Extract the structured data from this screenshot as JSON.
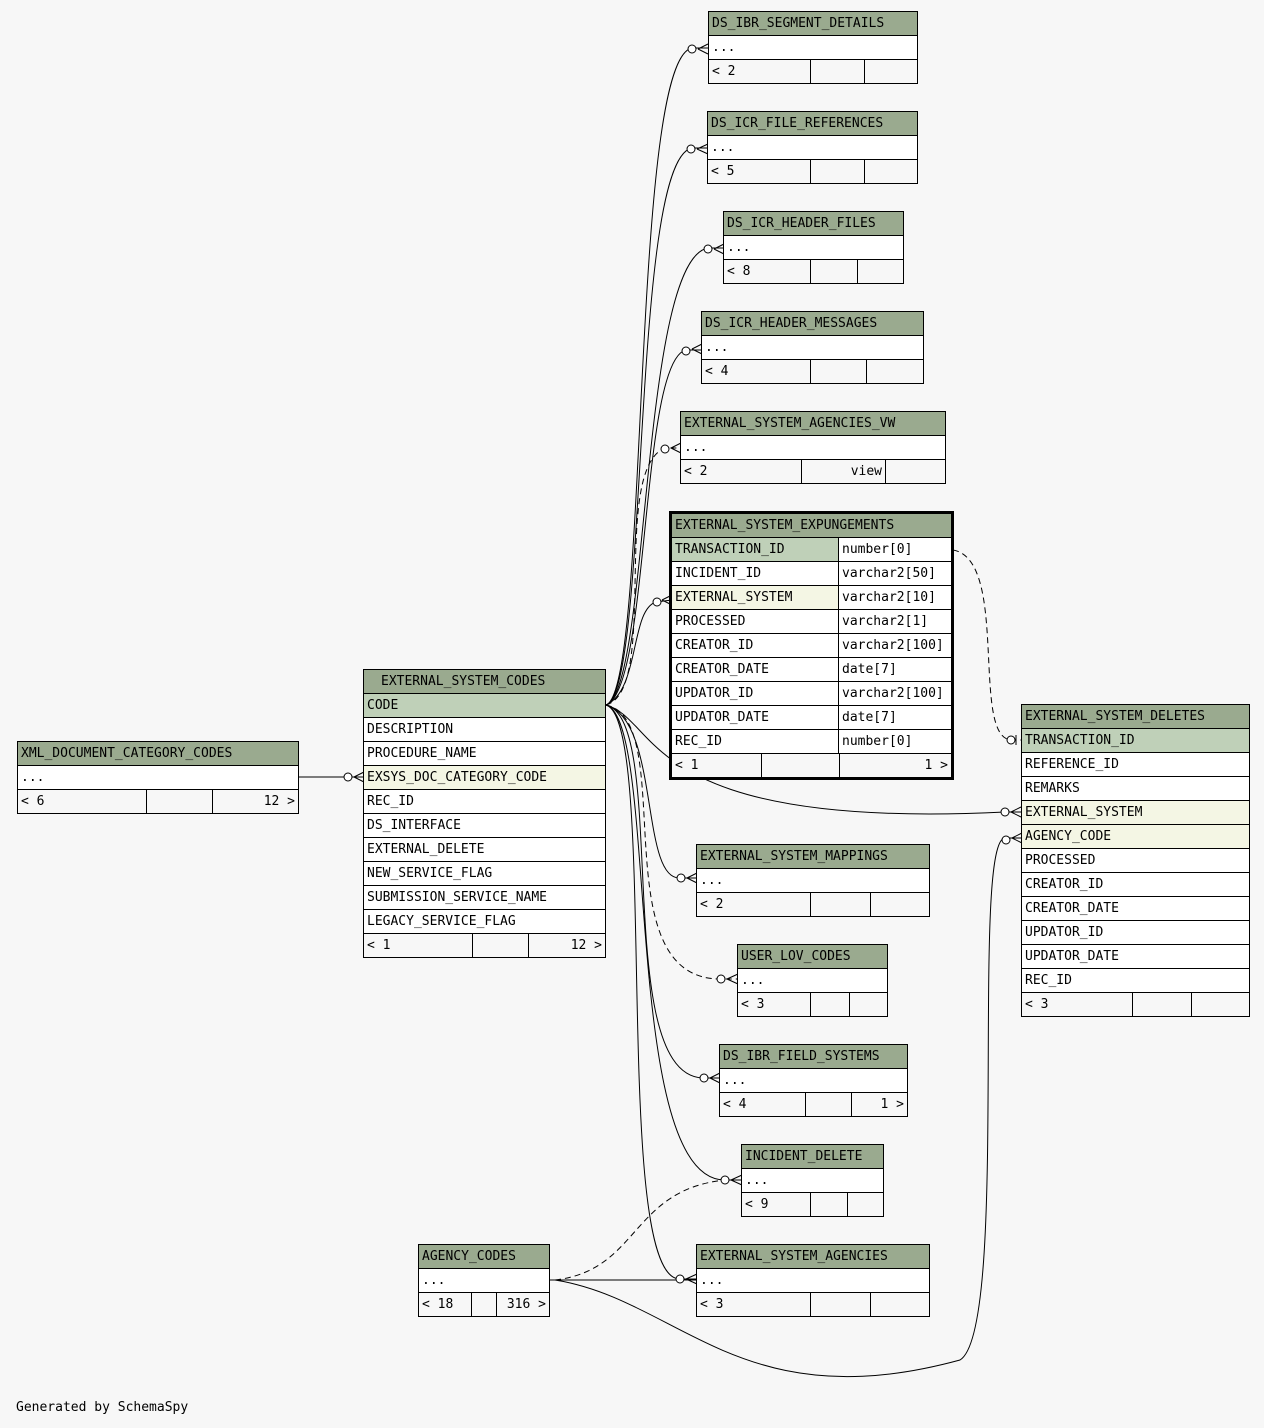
{
  "tables": {
    "ds_ibr_segment_details": {
      "name": "DS_IBR_SEGMENT_DETAILS",
      "ellipsis": "...",
      "children": "< 2",
      "parents": ""
    },
    "ds_icr_file_references": {
      "name": "DS_ICR_FILE_REFERENCES",
      "ellipsis": "...",
      "children": "< 5",
      "parents": ""
    },
    "ds_icr_header_files": {
      "name": "DS_ICR_HEADER_FILES",
      "ellipsis": "...",
      "children": "< 8",
      "parents": ""
    },
    "ds_icr_header_messages": {
      "name": "DS_ICR_HEADER_MESSAGES",
      "ellipsis": "...",
      "children": "< 4",
      "parents": ""
    },
    "external_system_agencies_vw": {
      "name": "EXTERNAL_SYSTEM_AGENCIES_VW",
      "ellipsis": "...",
      "children": "< 2",
      "kind": "view",
      "parents": ""
    },
    "external_system_expungements": {
      "name": "EXTERNAL_SYSTEM_EXPUNGEMENTS",
      "columns": [
        {
          "name": "TRANSACTION_ID",
          "type": "number[0]",
          "key": "pk"
        },
        {
          "name": "INCIDENT_ID",
          "type": "varchar2[50]",
          "key": ""
        },
        {
          "name": "EXTERNAL_SYSTEM",
          "type": "varchar2[10]",
          "key": "fk"
        },
        {
          "name": "PROCESSED",
          "type": "varchar2[1]",
          "key": ""
        },
        {
          "name": "CREATOR_ID",
          "type": "varchar2[100]",
          "key": ""
        },
        {
          "name": "CREATOR_DATE",
          "type": "date[7]",
          "key": ""
        },
        {
          "name": "UPDATOR_ID",
          "type": "varchar2[100]",
          "key": ""
        },
        {
          "name": "UPDATOR_DATE",
          "type": "date[7]",
          "key": ""
        },
        {
          "name": "REC_ID",
          "type": "number[0]",
          "key": ""
        }
      ],
      "children": "< 1",
      "parents": "1 >"
    },
    "xml_document_category_codes": {
      "name": "XML_DOCUMENT_CATEGORY_CODES",
      "ellipsis": "...",
      "children": "< 6",
      "parents": "12 >"
    },
    "external_system_codes": {
      "name": "EXTERNAL_SYSTEM_CODES",
      "columns": [
        {
          "name": "CODE",
          "key": "pk"
        },
        {
          "name": "DESCRIPTION",
          "key": ""
        },
        {
          "name": "PROCEDURE_NAME",
          "key": ""
        },
        {
          "name": "EXSYS_DOC_CATEGORY_CODE",
          "key": "fk"
        },
        {
          "name": "REC_ID",
          "key": ""
        },
        {
          "name": "DS_INTERFACE",
          "key": ""
        },
        {
          "name": "EXTERNAL_DELETE",
          "key": ""
        },
        {
          "name": "NEW_SERVICE_FLAG",
          "key": ""
        },
        {
          "name": "SUBMISSION_SERVICE_NAME",
          "key": ""
        },
        {
          "name": "LEGACY_SERVICE_FLAG",
          "key": ""
        }
      ],
      "children": "< 1",
      "parents": "12 >"
    },
    "external_system_deletes": {
      "name": "EXTERNAL_SYSTEM_DELETES",
      "columns": [
        {
          "name": "TRANSACTION_ID",
          "key": "pk"
        },
        {
          "name": "REFERENCE_ID",
          "key": ""
        },
        {
          "name": "REMARKS",
          "key": ""
        },
        {
          "name": "EXTERNAL_SYSTEM",
          "key": "fk"
        },
        {
          "name": "AGENCY_CODE",
          "key": "fk"
        },
        {
          "name": "PROCESSED",
          "key": ""
        },
        {
          "name": "CREATOR_ID",
          "key": ""
        },
        {
          "name": "CREATOR_DATE",
          "key": ""
        },
        {
          "name": "UPDATOR_ID",
          "key": ""
        },
        {
          "name": "UPDATOR_DATE",
          "key": ""
        },
        {
          "name": "REC_ID",
          "key": ""
        }
      ],
      "children": "< 3",
      "parents": ""
    },
    "external_system_mappings": {
      "name": "EXTERNAL_SYSTEM_MAPPINGS",
      "ellipsis": "...",
      "children": "< 2",
      "parents": ""
    },
    "user_lov_codes": {
      "name": "USER_LOV_CODES",
      "ellipsis": "...",
      "children": "< 3",
      "parents": ""
    },
    "ds_ibr_field_systems": {
      "name": "DS_IBR_FIELD_SYSTEMS",
      "ellipsis": "...",
      "children": "< 4",
      "parents": "1 >"
    },
    "incident_delete": {
      "name": "INCIDENT_DELETE",
      "ellipsis": "...",
      "children": "< 9",
      "parents": ""
    },
    "agency_codes": {
      "name": "AGENCY_CODES",
      "ellipsis": "...",
      "children": "< 18",
      "parents": "316 >"
    },
    "external_system_agencies": {
      "name": "EXTERNAL_SYSTEM_AGENCIES",
      "ellipsis": "...",
      "children": "< 3",
      "parents": ""
    }
  },
  "footer": "Generated by SchemaSpy",
  "colors": {
    "header": "#9aaa8f",
    "primary_key": "#bfd0b8",
    "foreign_key": "#f4f6e4",
    "background": "#f7f7f7"
  }
}
